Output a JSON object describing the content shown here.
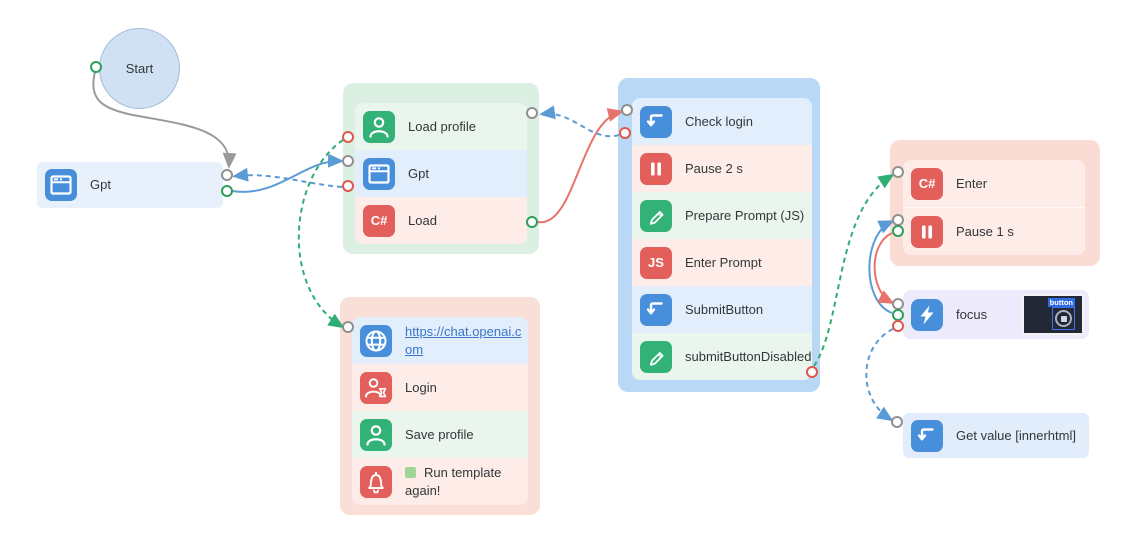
{
  "palette": {
    "icon_blue": "#478fdb",
    "icon_green": "#32b277",
    "icon_red": "#e25f5b",
    "row_blue": "#e2eefb",
    "row_green": "#e9f5ed",
    "row_red": "#fdece8",
    "group_green_bg": "#dcefe3",
    "group_red_bg": "#fadfd8",
    "group_blue_bg": "#b9d8f6",
    "group_pink_bg": "#fadcd5",
    "node_blue_bg": "#e8f1fb",
    "node_lavender_bg": "#eceafb",
    "start_fill": "#cfe1f2",
    "edge_gray": "#9a9a9a",
    "edge_blue": "#5b9bd5",
    "edge_green": "#2fae74",
    "edge_red": "#e8736c",
    "port_gray": "#909090",
    "port_green": "#2e9e5b",
    "port_red": "#e2574c",
    "link_color": "#3b76c8"
  },
  "start_node": {
    "label": "Start"
  },
  "gpt_node": {
    "label": "Gpt"
  },
  "profile_group": {
    "items": [
      {
        "label": "Load profile"
      },
      {
        "label": "Gpt"
      },
      {
        "label": "Load",
        "icon_text": "C#"
      }
    ]
  },
  "login_group": {
    "items": [
      {
        "label": "https://chat.openai.com"
      },
      {
        "label": "Login"
      },
      {
        "label": "Save profile"
      },
      {
        "label": "Run template again!"
      }
    ]
  },
  "chat_group": {
    "items": [
      {
        "label": "Check login"
      },
      {
        "label": "Pause 2 s"
      },
      {
        "label": "Prepare Prompt (JS)"
      },
      {
        "label": "Enter Prompt",
        "icon_text": "JS"
      },
      {
        "label": "SubmitButton"
      },
      {
        "label": "submitButtonDisabled"
      }
    ]
  },
  "enter_group": {
    "items": [
      {
        "label": "Enter",
        "icon_text": "C#"
      },
      {
        "label": "Pause 1 s"
      }
    ]
  },
  "focus_node": {
    "label": "focus",
    "thumbnail_tag": "button"
  },
  "get_value_node": {
    "label": "Get value [innerhtml]"
  }
}
